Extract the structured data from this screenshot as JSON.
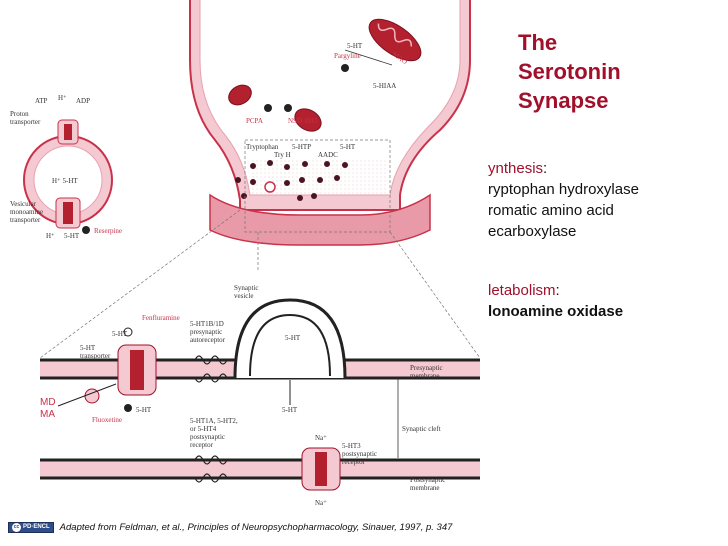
{
  "title": {
    "line1": "The",
    "line2": "Serotonin",
    "line3": "Synapse"
  },
  "synthesis": {
    "heading": "ynthesis",
    "colon": ":",
    "lines": [
      "ryptophan hydroxylase",
      "romatic amino acid",
      "ecarboxylase"
    ]
  },
  "metabolism": {
    "heading": "letabolism",
    "colon": ":",
    "line": "lonoamine oxidase"
  },
  "mdma_label": "MDMA",
  "citation": "Adapted from Feldman, et al., Principles of Neuropsychopharmacology, Sinauer, 1997, p. 347",
  "badge": {
    "text": "PD·ENCL",
    "symbol": "cc"
  },
  "diagram_labels": {
    "atp": "ATP",
    "adp": "ADP",
    "h_plus": "H⁺",
    "proton_transporter_1": "Proton",
    "proton_transporter_2": "transporter",
    "h_5ht": "H⁺ 5-HT",
    "vesicular_1": "Vesicular",
    "vesicular_2": "monoamine",
    "vesicular_3": "transporter",
    "h_bottom": "H⁺",
    "five_ht_bottom": "5-HT",
    "reserpine": "Reserpine",
    "mao_5ht": "5-HT",
    "mao": "MAO",
    "pargyline": "Pargyline",
    "five_hiaa": "5-HIAA",
    "pcpa": "PCPA",
    "nsd": "NSD 1015",
    "tryptophan": "Tryptophan",
    "five_htp": "5-HTP",
    "five_ht_syn": "5-HT",
    "tryh": "Try H",
    "aadc": "AADC",
    "synaptic_vesicle_1": "Synaptic",
    "synaptic_vesicle_2": "vesicle",
    "fenfluramine": "Fenfluramine",
    "five_ht_a": "5-HT",
    "five_ht_transporter_1": "5-HT",
    "five_ht_transporter_2": "transporter",
    "auto_1": "5-HT1B/1D",
    "auto_2": "presynaptic",
    "auto_3": "autoreceptor",
    "five_ht_vesicle": "5-HT",
    "presyn_1": "Presynaptic",
    "presyn_2": "membrane",
    "five_ht_b": "5-HT",
    "fluoxetine": "Fluoxetine",
    "five_ht_cleft": "5-HT",
    "synaptic_cleft": "Synaptic cleft",
    "post_1": "5-HT1A, 5-HT2,",
    "post_2": "or 5-HT4",
    "post_3": "postsynaptic",
    "post_4": "receptor",
    "na_top": "Na⁺",
    "ht3_1": "5-HT3",
    "ht3_2": "postsynaptic",
    "ht3_3": "receptor",
    "postsyn_1": "Postsynaptic",
    "postsyn_2": "membrane",
    "na_bottom": "Na⁺"
  },
  "colors": {
    "accent": "#a0102a",
    "pink_fill": "#f3c6cf",
    "membrane_red": "#c8324a",
    "mitochondrion": "#b3202e"
  }
}
